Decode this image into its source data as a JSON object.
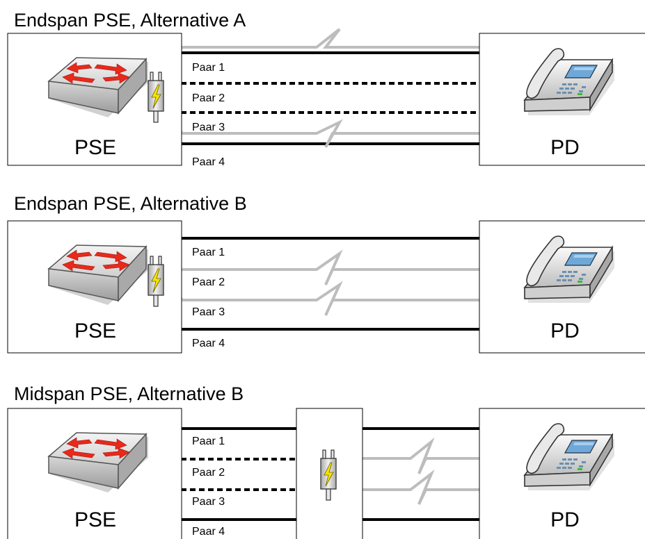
{
  "sections": [
    {
      "title": "Endspan PSE, Alternative A",
      "pse_label": "PSE",
      "pd_label": "PD",
      "pairs": [
        "Paar 1",
        "Paar 2",
        "Paar 3",
        "Paar 4"
      ]
    },
    {
      "title": "Endspan PSE, Alternative B",
      "pse_label": "PSE",
      "pd_label": "PD",
      "pairs": [
        "Paar 1",
        "Paar 2",
        "Paar 3",
        "Paar 4"
      ]
    },
    {
      "title": "Midspan PSE, Alternative B",
      "pse_label": "PSE",
      "pd_label": "PD",
      "pairs": [
        "Paar 1",
        "Paar 2",
        "Paar 3",
        "Paar 4"
      ]
    }
  ],
  "icons": {
    "switch": "network-switch-icon",
    "injector": "power-plug-icon",
    "phone": "ip-phone-icon"
  },
  "colors": {
    "data_pair": "#000000",
    "power_path": "#bdbdbd",
    "arrow": "#e8291c",
    "bolt": "#f5e400",
    "phone_screen": "#6fa8d8"
  }
}
